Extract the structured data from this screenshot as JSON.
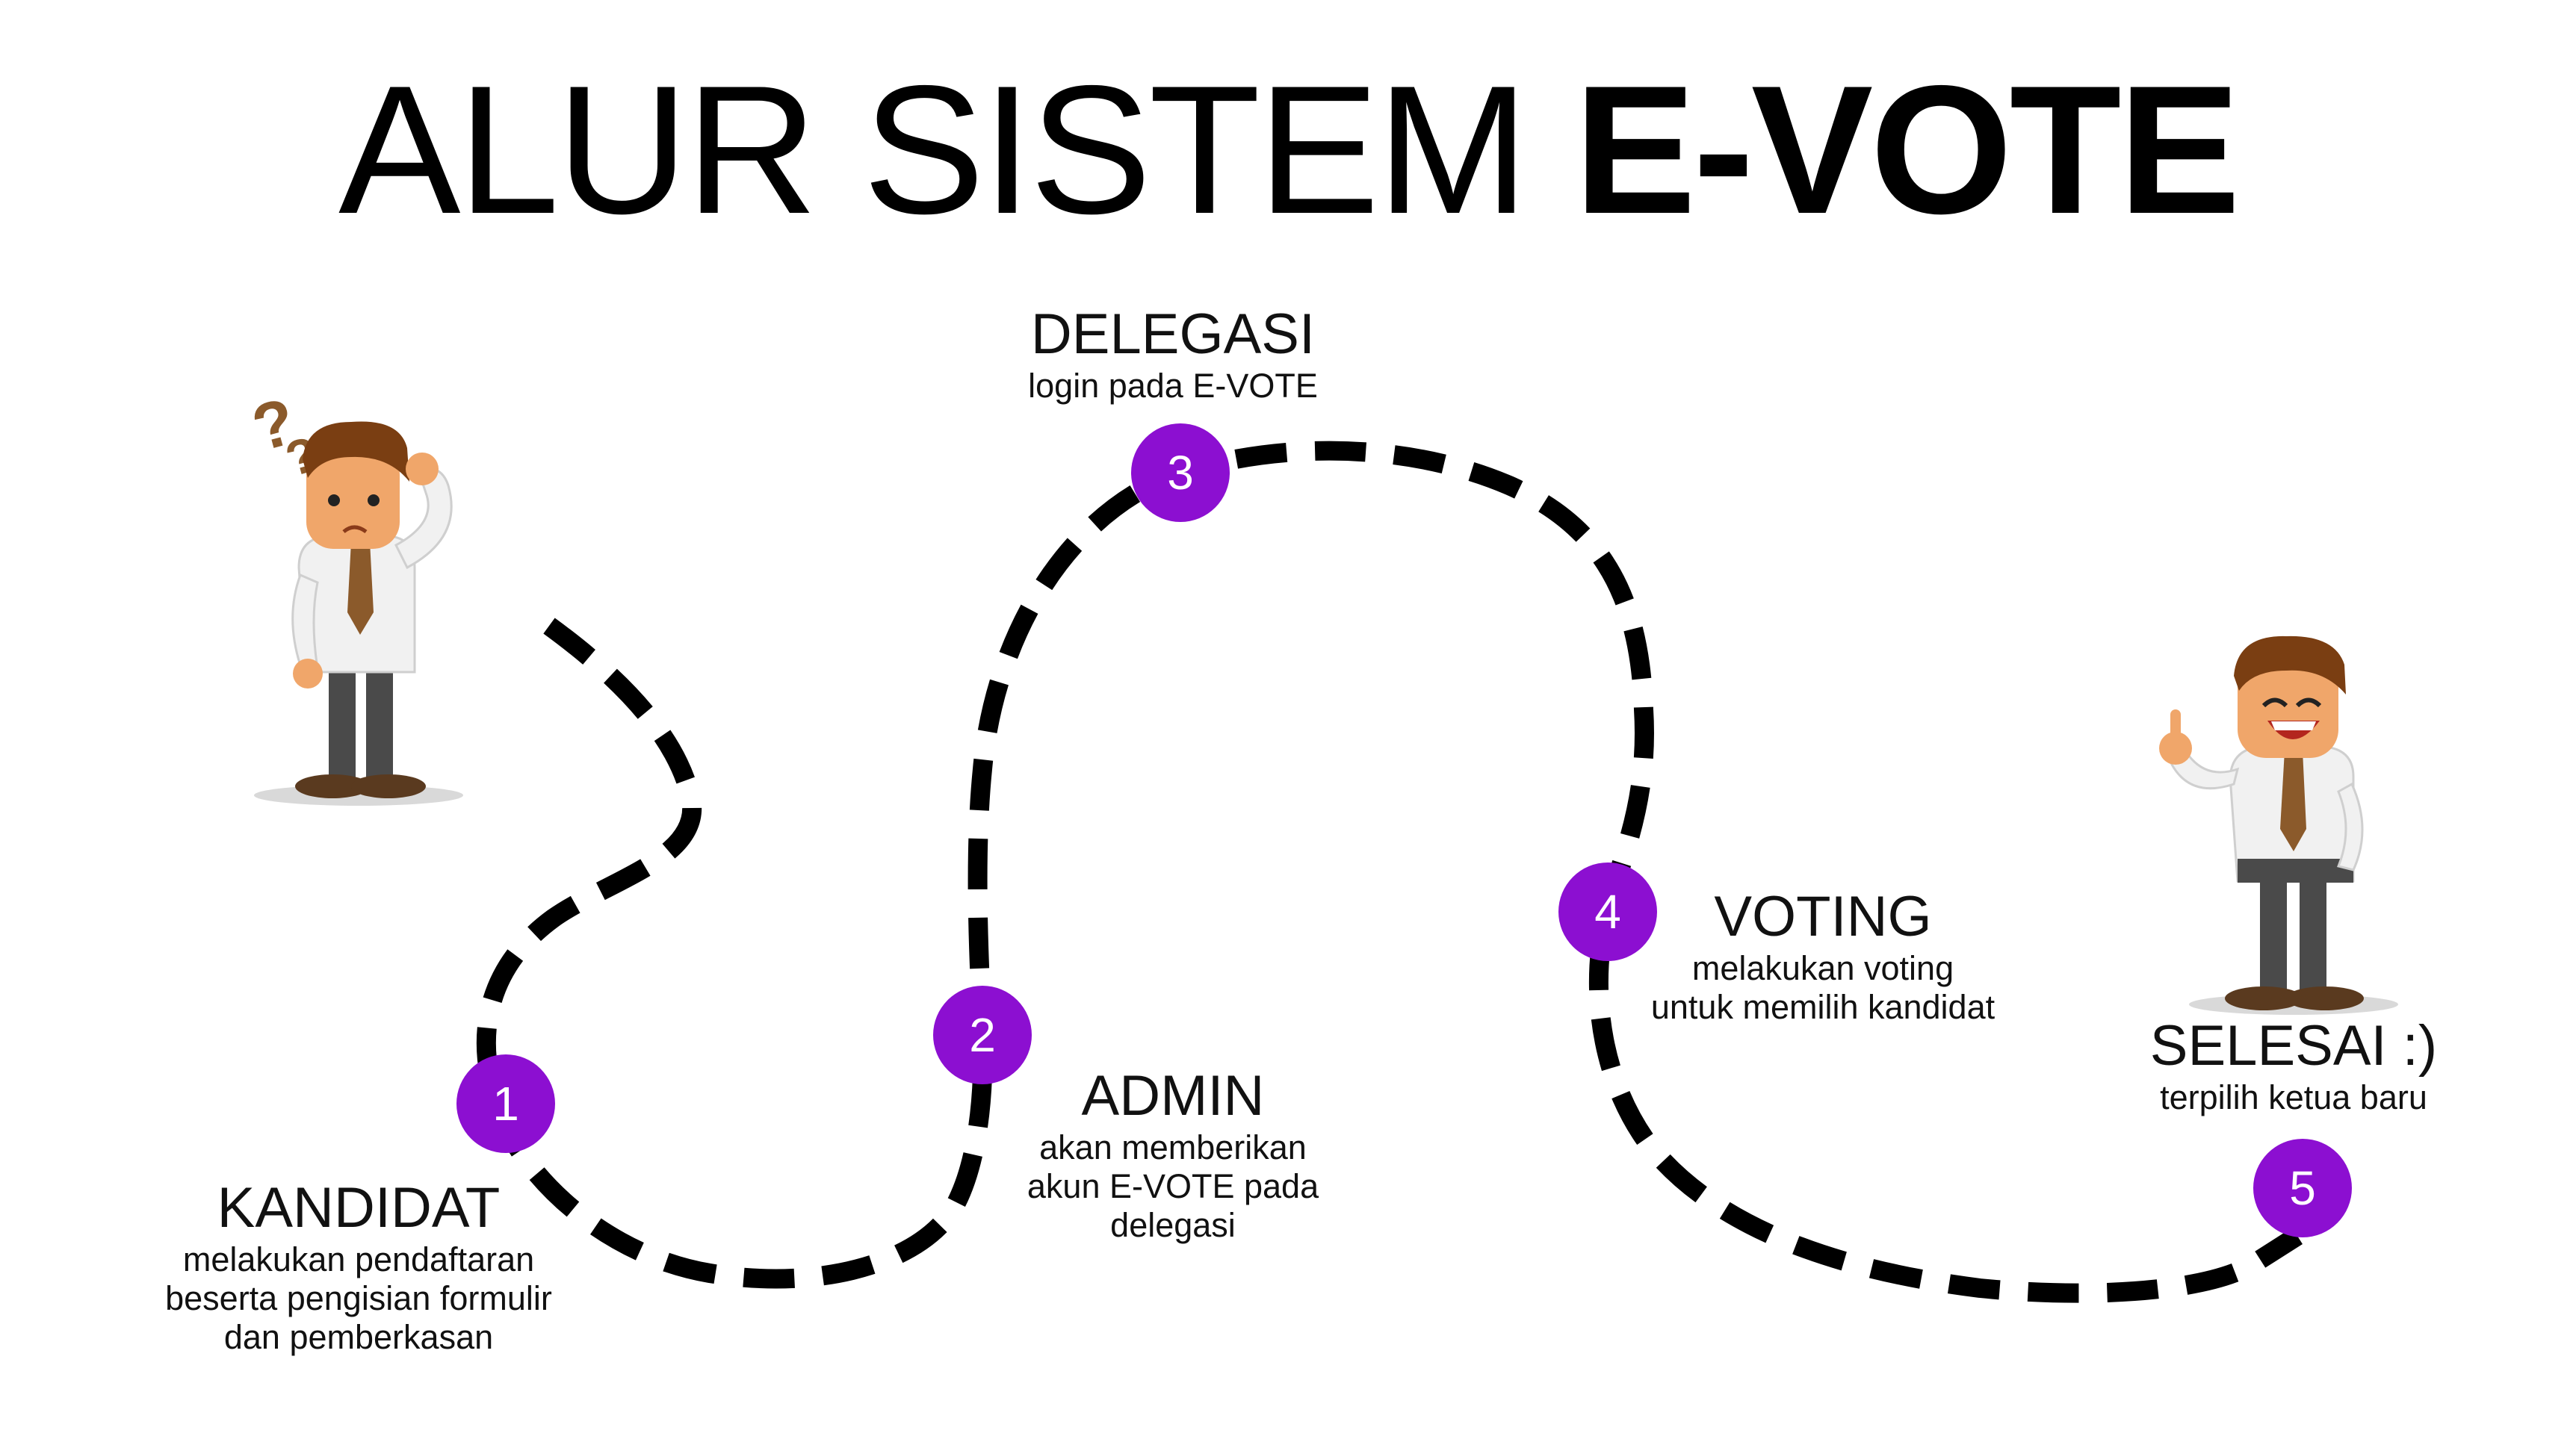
{
  "title": {
    "light": "ALUR SISTEM ",
    "bold": "E-VOTE"
  },
  "colors": {
    "path": "#000000",
    "node": "#8c0fd1",
    "node_text": "#ffffff"
  },
  "steps": [
    {
      "number": "1",
      "head": "KANDIDAT",
      "desc": [
        "melakukan pendaftaran",
        "beserta pengisian formulir",
        "dan pemberkasan"
      ]
    },
    {
      "number": "2",
      "head": "ADMIN",
      "desc": [
        "akan memberikan",
        "akun E-VOTE pada",
        "delegasi"
      ]
    },
    {
      "number": "3",
      "head": "DELEGASI",
      "desc": [
        "login pada E-VOTE"
      ]
    },
    {
      "number": "4",
      "head": "VOTING",
      "desc": [
        "melakukan voting",
        "untuk memilih kandidat"
      ]
    },
    {
      "number": "5",
      "head": "SELESAI :)",
      "desc": [
        "terpilih ketua baru"
      ]
    }
  ],
  "illustrations": {
    "confused": "confused-businessman",
    "happy": "happy-businessman"
  }
}
